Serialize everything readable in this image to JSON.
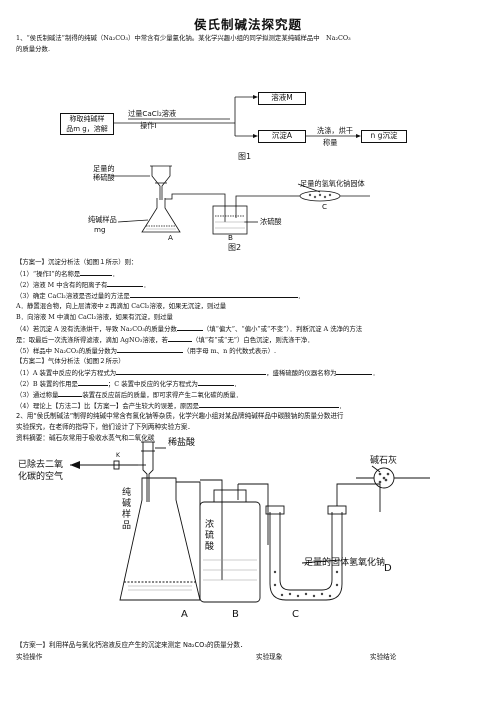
{
  "title": "侯氏制碱法探究题",
  "intro": {
    "line1": "1、“侯氏制碱法”制得的纯碱（Na₂CO₃）中常含有少量氯化钠。某化学兴趣小组的同学拟测定某纯碱样品中　Na₂CO₃",
    "line2": "的质量分数."
  },
  "fig1": {
    "sample_box": [
      "称取纯碱样",
      "品m g，溶解"
    ],
    "reagent": "过量CaCl₂溶液",
    "operation": "操作Ⅰ",
    "solution_M": "溶液M",
    "precipitate_A": "沉淀A",
    "wash_dry": "洗涤，烘干",
    "weigh": "称量",
    "n_g_precipitate": "n g沉淀",
    "caption": "图1"
  },
  "fig2": {
    "acid_label": [
      "足量的",
      "稀硫酸"
    ],
    "sample_label": [
      "纯碱样品",
      "mg"
    ],
    "naoh_label": "足量的氢氧化钠固体",
    "h2so4_label": "浓硫酸",
    "A": "A",
    "B": "B",
    "C": "C",
    "caption": "图2"
  },
  "scheme1": {
    "heading": "【方案一】沉淀分析法（如图１所示）则：",
    "q1": "（1）“操作Ⅰ”的名称是",
    "q2": "（2）溶液 M 中含有的阳离子有",
    "q3": "（3）确定 CaCl₂溶液是否过量的方法是",
    "optA": "A．静置混合物，向上层清液中ｚ再滴加 CaCl₂溶液，如果无沉淀，则过量",
    "optB": "B．向溶液 M 中滴加 CaCl₂溶液，如果有沉淀，则过量",
    "q4a": "（4）若沉淀 A 没有洗涤烘干，导致 Na₂CO₃的质量分数",
    "q4b": "（填“偏大”、“偏小”或“不变”）．判断沉淀 A 洗净的方法",
    "q4c": "是：取最后一次洗涤所得滤液，滴加 AgNO₃溶液，若",
    "q4d": "（填“有”或“无”）白色沉淀，则洗涤干净．",
    "q5a": "（5）样品中 Na₂CO₃的质量分数为",
    "q5b": "（用字母 m、n 的代数式表示）."
  },
  "scheme2": {
    "heading": "【方案二】气体分析法（如图２所示）",
    "q1a": "（1）A 装置中反应的化学方程式为",
    "q1b": "，盛稀硫酸的仪器名称为",
    "q2a": "（2）B 装置的作用是",
    "q2b": "；C 装置中反应的化学方程式为",
    "q3a": "（3）通过称量",
    "q3b": "装置在反应前后的质量，即可求得产生二氧化碳的质量．",
    "q4a": "（4）理论上【方法二】比【方案一】会产生较大的误差，原因是"
  },
  "q2": {
    "line1": "2、用“侯氏制碱法”制得的纯碱中常含有氯化钠等杂质，化学兴趣小组对某品牌纯碱样品中碳酸钠的质量分数进行",
    "line2": "实验探究，在老师的指导下，他们设计了下列两种实验方案．",
    "info": "资料摘要：碱石灰常用于吸收水蒸气和二氧化碳"
  },
  "fig3": {
    "air_label": [
      "已除去二氧",
      "化碳的空气"
    ],
    "K": "K",
    "acid_label": "稀盐酸",
    "sample_label": [
      "纯",
      "碱",
      "样",
      "品"
    ],
    "h2so4_label": [
      "浓",
      "硫",
      "酸"
    ],
    "soda_lime": "碱石灰",
    "naoh_label": "足量的固体氢氧化钠",
    "A": "A",
    "B": "B",
    "C": "C",
    "D": "D"
  },
  "q2_scheme1": {
    "heading": "【方案一】利用样品与氯化钙溶液反应产生的沉淀来测定 Na₂CO₃的质量分数．",
    "col1": "实验操作",
    "col2": "实验现象",
    "col3": "实验结论"
  }
}
